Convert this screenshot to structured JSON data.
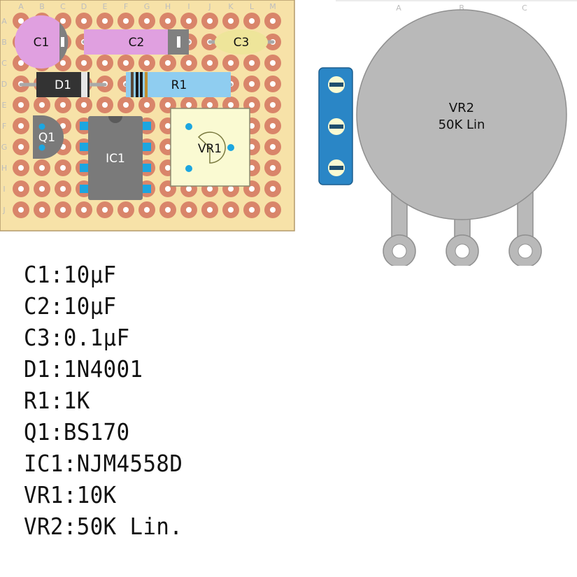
{
  "board": {
    "columns": [
      "A",
      "B",
      "C",
      "D",
      "E",
      "F",
      "G",
      "H",
      "I",
      "J",
      "K",
      "L",
      "M"
    ],
    "rows": [
      "A",
      "B",
      "C",
      "D",
      "E",
      "F",
      "G",
      "H",
      "I",
      "J"
    ]
  },
  "components": {
    "c1": "C1",
    "c2": "C2",
    "c3": "C3",
    "d1": "D1",
    "r1": "R1",
    "q1": "Q1",
    "ic1": "IC1",
    "vr1": "VR1",
    "vr2_name": "VR2",
    "vr2_value": "50K Lin"
  },
  "pot_lugs": [
    "A",
    "B",
    "C"
  ],
  "parts_list": [
    "C1:10μF",
    "C2:10μF",
    "C3:0.1μF",
    "D1:1N4001",
    "R1:1K",
    "Q1:BS170",
    "IC1:NJM4558D",
    "VR1:10K",
    "VR2:50K Lin."
  ],
  "colors": {
    "board": "#f7e2a8",
    "pad": "#d9856a",
    "electrolytic": "#e0a0e0",
    "ceramic": "#eee59a",
    "resistor": "#8fcdf0",
    "diode": "#333333",
    "ic": "#7a7a7a",
    "pot": "#b9b9b9",
    "bracket": "#2a86c6"
  }
}
